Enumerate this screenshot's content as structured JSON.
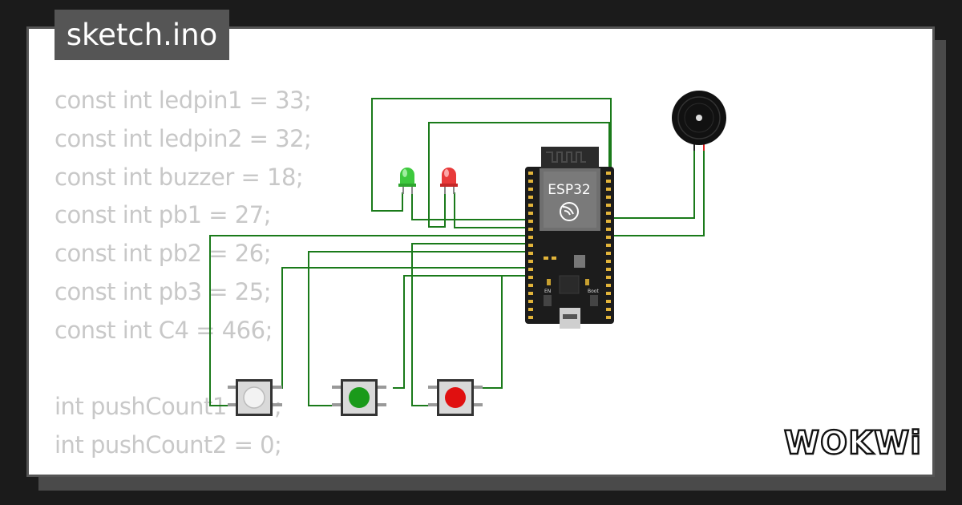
{
  "file": {
    "name": "sketch.ino"
  },
  "code_lines": [
    "const int ledpin1 = 33;",
    "const int ledpin2 = 32;",
    "const int buzzer = 18;",
    "const int pb1 = 27;",
    "const int pb2 = 26;",
    "const int pb3 = 25;",
    "const int C4 = 466;",
    "",
    "int pushCount1 = 0;",
    "int pushCount2 = 0;"
  ],
  "board": {
    "label": "ESP32",
    "en_label": "EN",
    "boot_label": "Boot"
  },
  "brand": {
    "name": "WOKWi"
  },
  "colors": {
    "wire": "#1a7a1a",
    "led_green": "#3ec93e",
    "led_red": "#e83a3a",
    "button_white": "#f2f2f2",
    "button_green": "#1a9a1a",
    "button_red": "#e01010",
    "board": "#1c1c1c",
    "pin_gold": "#e2b43a"
  }
}
